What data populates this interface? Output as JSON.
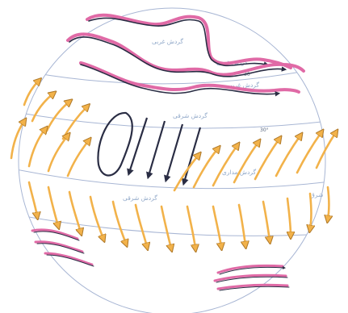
{
  "colors": {
    "background": "#ffffff",
    "globe_outline": "#a8b6d4",
    "latitude_lines": "#a8b6d4",
    "trade_wind_arrows": "#f2b24a",
    "westerly_arrows": "#e06aa6",
    "jet_stream": "#2a2d44",
    "equatorial_arrows": "#2a2d44",
    "label_text": "#8fa7c8"
  },
  "diagram": {
    "labels": {
      "upper_belt_a": "گردش غربی",
      "upper_belt_b": "گردش غربی",
      "upper_belt_c": "گردش غربی",
      "mid_belt": "گردش شرقی",
      "equator_belt": "گردش مداری",
      "lower_belt": "گردش شرقی",
      "east_edge": "شرق"
    },
    "degrees": {
      "lat_upper": "30°",
      "lat_mid": "30°"
    }
  }
}
